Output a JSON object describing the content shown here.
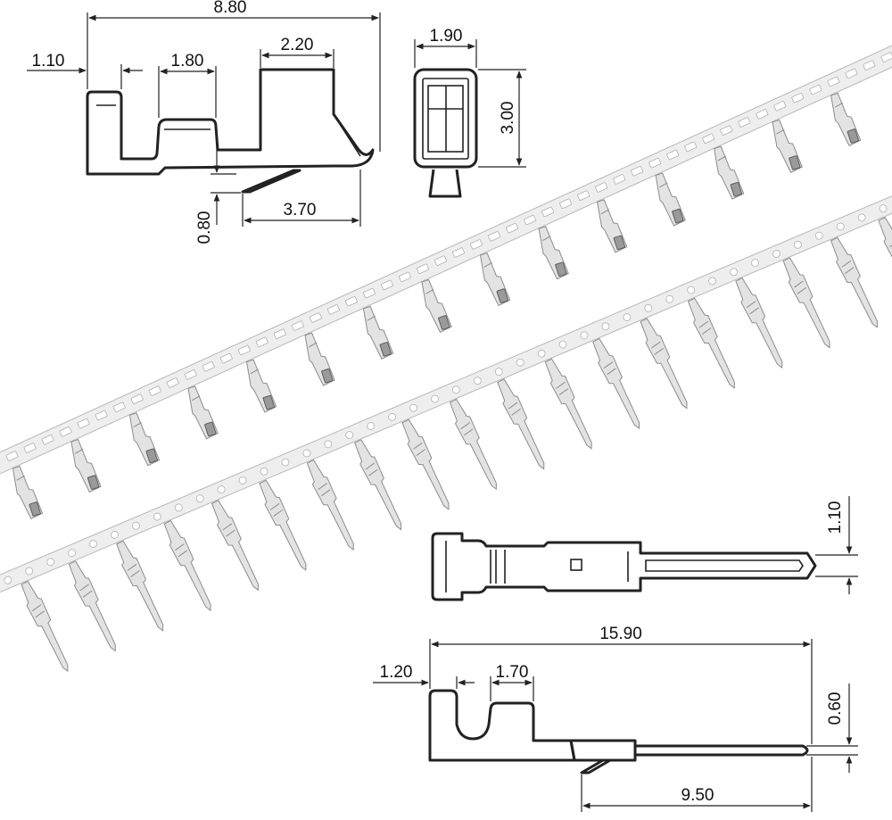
{
  "dimensions": {
    "female_overall_length": "8.80",
    "female_rear_offset": "1.10",
    "female_crimp_width": "1.80",
    "female_contact_length": "2.20",
    "female_latch_length": "3.70",
    "female_latch_height": "0.80",
    "female_front_width": "1.90",
    "female_front_height": "3.00",
    "male_pin_width": "1.10",
    "male_overall_length": "15.90",
    "male_rear_offset": "1.20",
    "male_crimp_width": "1.70",
    "male_pin_thickness": "0.60",
    "male_pin_length": "9.50"
  },
  "colors": {
    "line": "#222222",
    "strip": "#eeeeee",
    "terminal": "#e3e3e3",
    "terminal_dark": "#9a9a9a"
  }
}
